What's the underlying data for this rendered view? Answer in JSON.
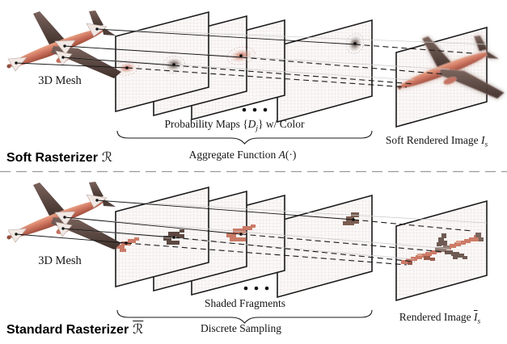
{
  "figure": {
    "top": {
      "mesh_label": "3D Mesh",
      "title": "Soft Rasterizer",
      "title_symbol": "ℛ",
      "maps_prefix": "Probability Maps {",
      "maps_symbol": "D",
      "maps_subscript": "j",
      "maps_suffix": "} w/ Color",
      "aggregate_label": "Aggregate Function ",
      "aggregate_symbol": "A",
      "aggregate_args": "(·)",
      "image_label": "Soft Rendered Image ",
      "image_symbol": "I",
      "image_subscript": "s"
    },
    "bottom": {
      "mesh_label": "3D Mesh",
      "title": "Standard Rasterizer",
      "title_symbol": "ℛ",
      "fragments_label": "Shaded Fragments",
      "sampling_label": "Discrete Sampling",
      "image_label": "Rendered Image ",
      "image_symbol": "I",
      "image_subscript": "s"
    },
    "colors": {
      "fuselage": "#c9705e",
      "wing_dark": "#4e3c36",
      "plane_border": "#1a1a1a",
      "fragment_red": "#c97a66",
      "fragment_dark": "#5c4841",
      "divider": "#9a9a9a"
    }
  }
}
